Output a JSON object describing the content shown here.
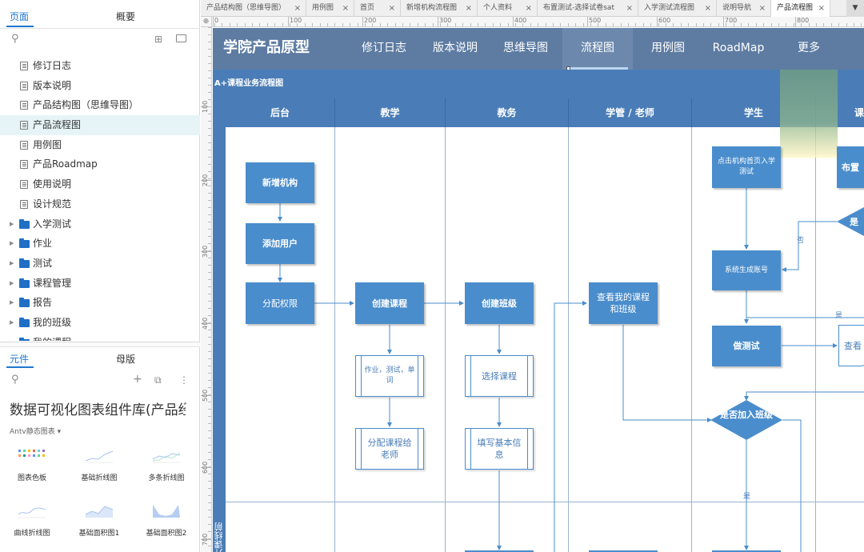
{
  "left_panel": {
    "tabs": [
      "页面",
      "概要"
    ],
    "pages": [
      {
        "type": "page",
        "label": "修订日志"
      },
      {
        "type": "page",
        "label": "版本说明"
      },
      {
        "type": "page",
        "label": "产品结构图（思维导图）"
      },
      {
        "type": "page",
        "label": "产品流程图",
        "selected": true
      },
      {
        "type": "page",
        "label": "用例图"
      },
      {
        "type": "page",
        "label": "产品Roadmap"
      },
      {
        "type": "page",
        "label": "使用说明"
      },
      {
        "type": "page",
        "label": "设计规范"
      },
      {
        "type": "folder",
        "label": "入学测试"
      },
      {
        "type": "folder",
        "label": "作业"
      },
      {
        "type": "folder",
        "label": "测试"
      },
      {
        "type": "folder",
        "label": "课程管理"
      },
      {
        "type": "folder",
        "label": "报告"
      },
      {
        "type": "folder",
        "label": "我的班级"
      },
      {
        "type": "folder",
        "label": "我的课程"
      }
    ],
    "component_tabs": [
      "元件",
      "母版"
    ],
    "library_name": "数据可视化图表组件库(产品经",
    "library_group": "Antv静态图表 ▾",
    "widgets": [
      {
        "label": "图表色板"
      },
      {
        "label": "基础折线图"
      },
      {
        "label": "多条折线图"
      },
      {
        "label": "曲线折线图"
      },
      {
        "label": "基础面积图1"
      },
      {
        "label": "基础面积图2"
      }
    ]
  },
  "doc_tabs": [
    {
      "label": "产品结构图（思维导图）",
      "close": "×"
    },
    {
      "label": "用例图",
      "close": "×"
    },
    {
      "label": "首页",
      "close": "×"
    },
    {
      "label": "新增机构流程图",
      "close": "×"
    },
    {
      "label": "个人资料",
      "close": "×"
    },
    {
      "label": "布置测试-选择试卷sat",
      "close": "×"
    },
    {
      "label": "入学测试流程图",
      "close": "×"
    },
    {
      "label": "说明导航",
      "close": "×"
    },
    {
      "label": "产品流程图",
      "close": "×",
      "active": true
    }
  ],
  "doc_tabs_menu": "▼",
  "ruler_h": [
    "0",
    "100",
    "200",
    "300",
    "400",
    "500",
    "600",
    "700",
    "800"
  ],
  "ruler_v": [
    "100",
    "200",
    "300",
    "400",
    "500",
    "600",
    "700"
  ],
  "canvas": {
    "nav": {
      "brand": "学院产品原型",
      "items": [
        "修订日志",
        "版本说明",
        "思维导图",
        "流程图",
        "用例图",
        "RoadMap",
        "更多"
      ],
      "active_index": 3
    },
    "diagram_title": "A+课程业务流程图",
    "lanes": [
      "后台",
      "教学",
      "教务",
      "学管 / 老师",
      "学生",
      "课"
    ],
    "swimlane_label": "开课线前",
    "nodes": {
      "add_org": "新增机构",
      "add_user": "添加用户",
      "assign_perm": "分配权限",
      "create_course": "创建课程",
      "hw_test_words": "作业，测试，单词",
      "assign_course": "分配课程给老师",
      "create_class": "创建班级",
      "select_course": "选择课程",
      "fill_info": "填写基本信息",
      "view_course_class": "查看我的课程和班级",
      "student_click": "点击机构首页入学测试",
      "gen_account": "系统生成账号",
      "do_test": "做测试",
      "join_class": "是否加入班级",
      "arrange": "布置",
      "view": "查看",
      "is": "是"
    },
    "edge_labels": {
      "no": "否",
      "yes": "是"
    }
  }
}
